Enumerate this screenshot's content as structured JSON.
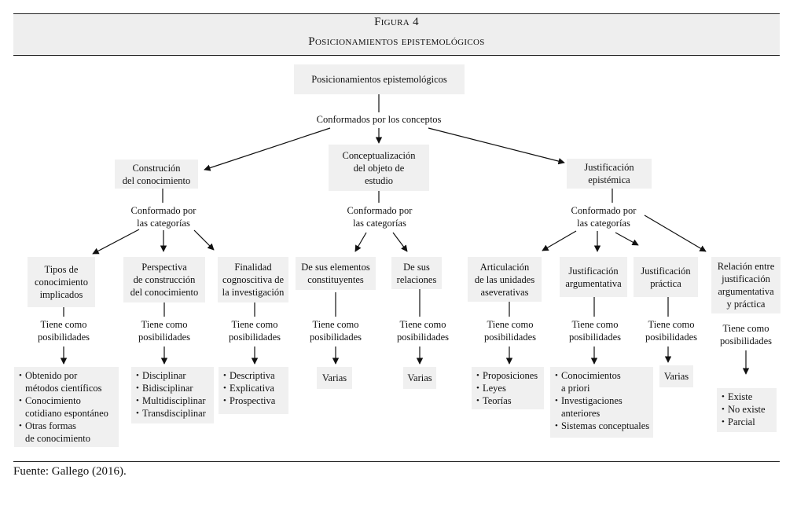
{
  "figure": {
    "number": "Figura 4",
    "title": "Posicionamientos epistemológicos"
  },
  "source": "Fuente: Gallego (2016).",
  "root": "Posicionamientos epistemológicos",
  "root_link": "Conformados por los conceptos",
  "concepts": [
    {
      "label": "Construción\ndel conocimiento",
      "link": "Conformado por\nlas categorías"
    },
    {
      "label": "Conceptualización\ndel objeto de\nestudio",
      "link": "Conformado por\nlas categorías"
    },
    {
      "label": "Justificación\nepistémica",
      "link": "Conformado por\nlas categorías"
    }
  ],
  "categories": [
    {
      "label": "Tipos de\nconocimiento\nimplicados",
      "link": "Tiene como\nposibilidades",
      "items": [
        "Obtenido por\nmétodos científicos",
        "Conocimiento\ncotidiano espontáneo",
        "Otras formas\nde conocimiento"
      ]
    },
    {
      "label": "Perspectiva\nde construcción\ndel conocimiento",
      "link": "Tiene como\nposibilidades",
      "items": [
        "Disciplinar",
        "Bidisciplinar",
        "Multidisciplinar",
        "Transdisciplinar"
      ]
    },
    {
      "label": "Finalidad\ncognoscitiva de\nla investigación",
      "link": "Tiene como\nposibilidades",
      "items": [
        "Descriptiva",
        "Explicativa",
        "Prospectiva"
      ]
    },
    {
      "label": "De sus elementos\nconstituyentes",
      "link": "Tiene como\nposibilidades",
      "items": [
        "Varias"
      ]
    },
    {
      "label": "De sus\nrelaciones",
      "link": "Tiene como\nposibilidades",
      "items": [
        "Varias"
      ]
    },
    {
      "label": "Articulación\nde las unidades\naseverativas",
      "link": "Tiene como\nposibilidades",
      "items": [
        "Proposiciones",
        "Leyes",
        "Teorías"
      ]
    },
    {
      "label": "Justificación\nargumentativa",
      "link": "Tiene como\nposibilidades",
      "items": [
        "Conocimientos\na priori",
        "Investigaciones\nanteriores",
        "Sistemas conceptuales"
      ]
    },
    {
      "label": "Justificación\npráctica",
      "link": "Tiene como\nposibilidades",
      "items": [
        "Varias"
      ]
    },
    {
      "label": "Relación entre\njustificación\nargumentativa\ny práctica",
      "link": "Tiene como\nposibilidades",
      "items": [
        "Existe",
        "No existe",
        "Parcial"
      ]
    }
  ]
}
